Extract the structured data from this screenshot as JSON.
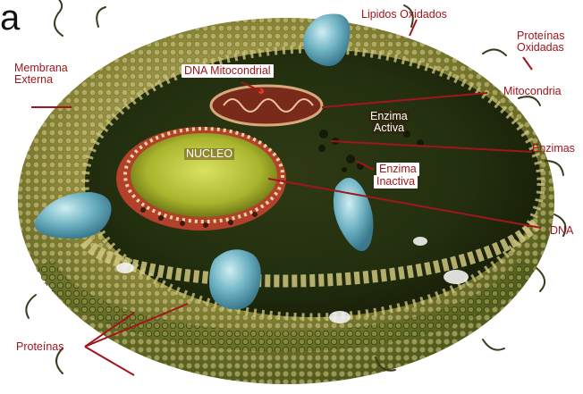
{
  "corner_letter": "a",
  "labels": {
    "lipidos": "Lipidos Oxidados",
    "proteinas_ox_1": "Proteínas",
    "proteinas_ox_2": "Oxidadas",
    "membrana_1": "Membrana",
    "membrana_2": "Externa",
    "dna_mito": "DNA Mitocondrial",
    "mitocondria": "Mitocondria",
    "enzima_activa_1": "Enzima",
    "enzima_activa_2": "Activa",
    "enzimas": "Enzimas",
    "nucleo": "NUCLEO",
    "enzima_inactiva_1": "Enzima",
    "enzima_inactiva_2": "Inactiva",
    "dna": "DNA",
    "proteinas": "Proteínas"
  },
  "colors": {
    "label_red": "#a0161c",
    "membrane_outer": "#8a8a2a",
    "membrane_inner": "#3f5a1a",
    "nucleus": "#b9c43a",
    "protein_blue": "#6fb3c4"
  }
}
